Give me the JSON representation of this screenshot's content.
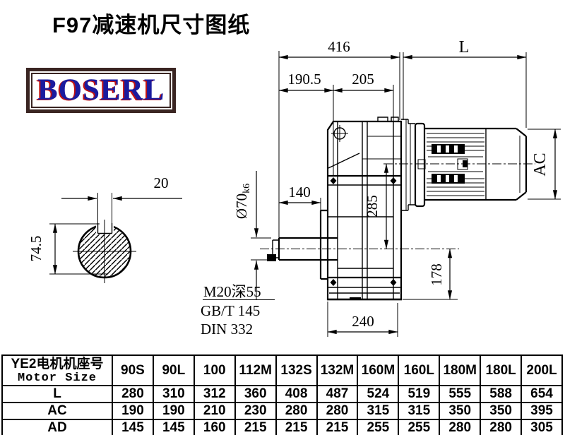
{
  "title": "F97减速机尺寸图纸",
  "logo": {
    "text": "BOSERL"
  },
  "drawing": {
    "dims": {
      "width_416": "416",
      "len_L": "L",
      "d190_5": "190.5",
      "d205": "205",
      "d140": "140",
      "shaft_dia": "Ø70",
      "shaft_tol": "k6",
      "d285": "285",
      "d178": "178",
      "d240": "240",
      "key_w": "20",
      "key_h": "74.5",
      "motor_ac": "AC"
    },
    "notes": {
      "thread": "M20深55",
      "std1": "GB/T 145",
      "std2": "DIN 332"
    }
  },
  "table": {
    "header_line1": "YE2电机机座号",
    "header_line2": "Motor Size",
    "columns": [
      "90S",
      "90L",
      "100",
      "112M",
      "132S",
      "132M",
      "160M",
      "160L",
      "180M",
      "180L",
      "200L"
    ],
    "rows": [
      {
        "label": "L",
        "values": [
          "280",
          "310",
          "312",
          "360",
          "408",
          "487",
          "524",
          "519",
          "555",
          "588",
          "654"
        ]
      },
      {
        "label": "AC",
        "values": [
          "190",
          "190",
          "210",
          "230",
          "280",
          "280",
          "315",
          "315",
          "350",
          "350",
          "395"
        ]
      },
      {
        "label": "AD",
        "values": [
          "145",
          "145",
          "160",
          "215",
          "215",
          "215",
          "255",
          "255",
          "280",
          "280",
          "305"
        ]
      }
    ]
  }
}
